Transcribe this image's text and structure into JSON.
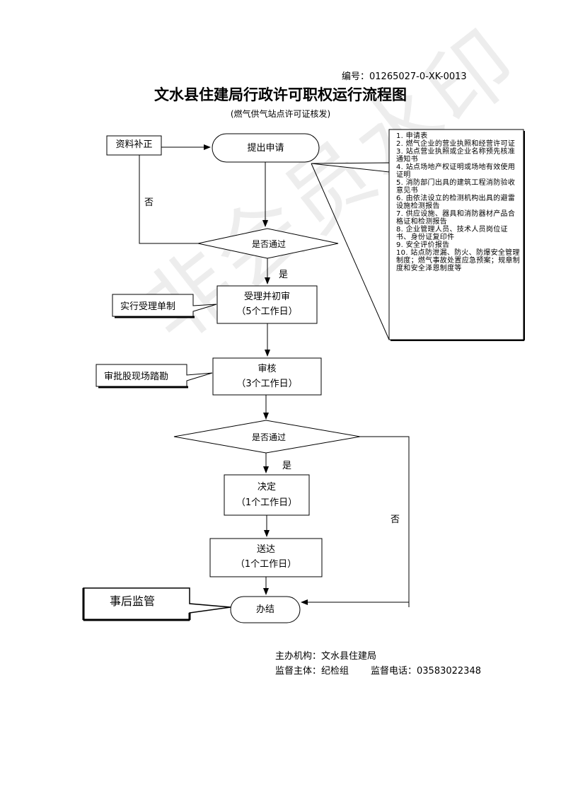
{
  "header": {
    "doc_number": "编号：01265027-0-XK-0013",
    "title": "文水县住建局行政许可职权运行流程图",
    "subtitle": "(燃气供气站点许可证核发)"
  },
  "watermark": "非会员水印",
  "flow": {
    "supplement": "资料补正",
    "apply": "提出申请",
    "decision_1": "是否通过",
    "yes_1": "是",
    "no_1": "否",
    "accept": {
      "line1": "受理并初审",
      "line2": "（5个工作日）"
    },
    "accept_note": "实行受理单制",
    "review": {
      "line1": "审核",
      "line2": "（3个工作日）"
    },
    "review_note": "审批股现场踏勘",
    "decision_2": "是否通过",
    "yes_2": "是",
    "no_2": "否",
    "decide": {
      "line1": "决定",
      "line2": "（1个工作日）"
    },
    "deliver": {
      "line1": "送达",
      "line2": "（1个工作日）"
    },
    "finish": "办结",
    "supervision_note": "事后监管"
  },
  "materials": [
    "1. 申请表",
    "2. 燃气企业的营业执照和经营许可证",
    "3. 站点营业执照或企业名称预先核准通知书",
    "4. 站点场地产权证明或场地有效使用证明",
    "5. 消防部门出具的建筑工程消防验收意见书",
    "6. 由依法设立的检测机构出具的避雷设施检测报告",
    "7. 供应设施、器具和消防器材产品合格证和检测报告",
    "8. 企业管理人员、技术人员岗位证书、身份证复印件",
    "9. 安全评价报告",
    "10. 站点防泄漏、防火、防爆安全管理制度；燃气事故处置应急预案；规章制度和安全泽恩制度等"
  ],
  "footer": {
    "host": "主办机构：文水县住建局",
    "supervisor": "监督主体：纪检组",
    "phone": "监督电话：03583022348"
  }
}
